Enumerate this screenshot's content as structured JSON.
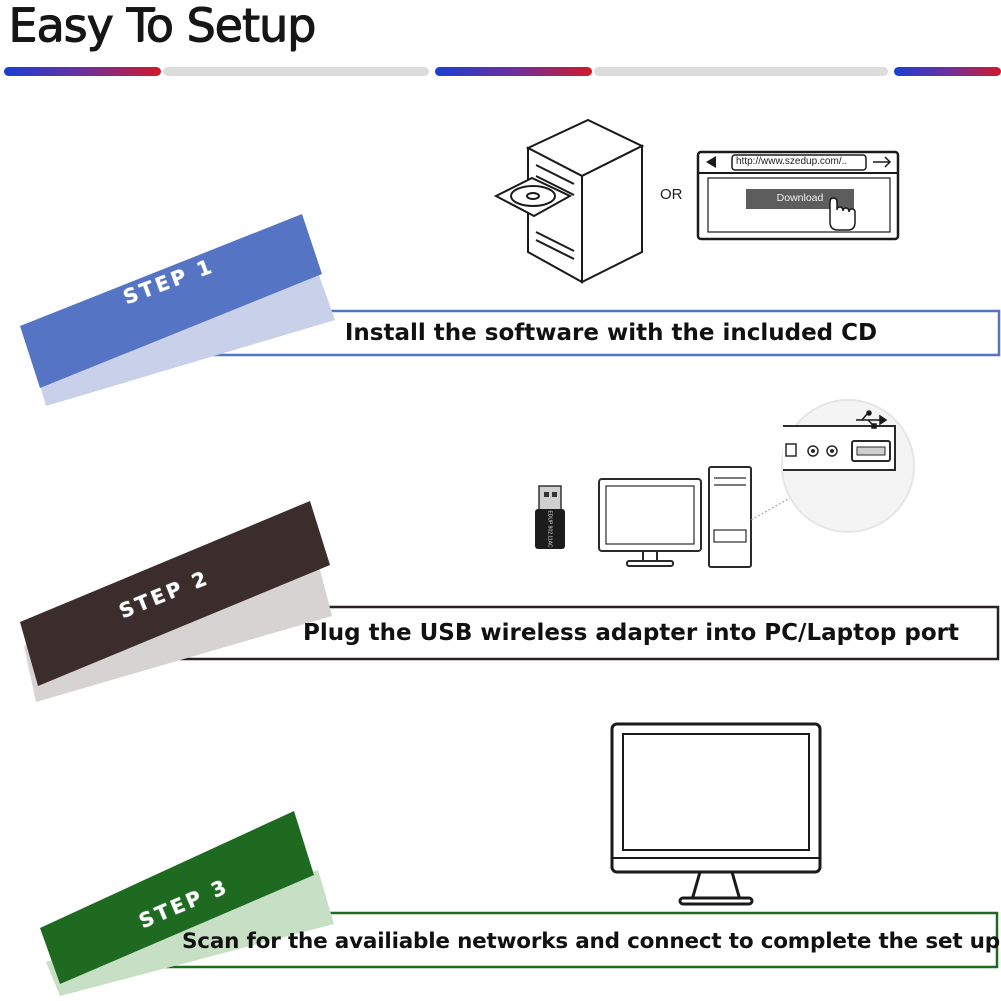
{
  "title": "Easy To Setup",
  "colors": {
    "step1": "#5574c3",
    "step2": "#3a2d2b",
    "step3": "#1e6a21",
    "bar_blue": "#1b3fd2",
    "bar_red": "#d11a2a"
  },
  "steps": [
    {
      "label": "STEP 1",
      "text": "Install the software with the included CD",
      "icons": [
        "computer-tower-cd-icon",
        "browser-download-icon"
      ]
    },
    {
      "label": "STEP 2",
      "text": "Plug the USB wireless adapter into PC/Laptop port",
      "icons": [
        "usb-adapter-icon",
        "desktop-pc-icon",
        "usb-port-zoom-icon"
      ]
    },
    {
      "label": "STEP 3",
      "text": "Scan for the availiable networks and connect to complete the set up",
      "icons": [
        "monitor-icon"
      ]
    }
  ],
  "step1_art": {
    "or": "OR",
    "url": "http://www.szedup.com/..",
    "download": "Download"
  },
  "step2_art": {
    "adapter_text": "EDUP 802.11AC"
  }
}
